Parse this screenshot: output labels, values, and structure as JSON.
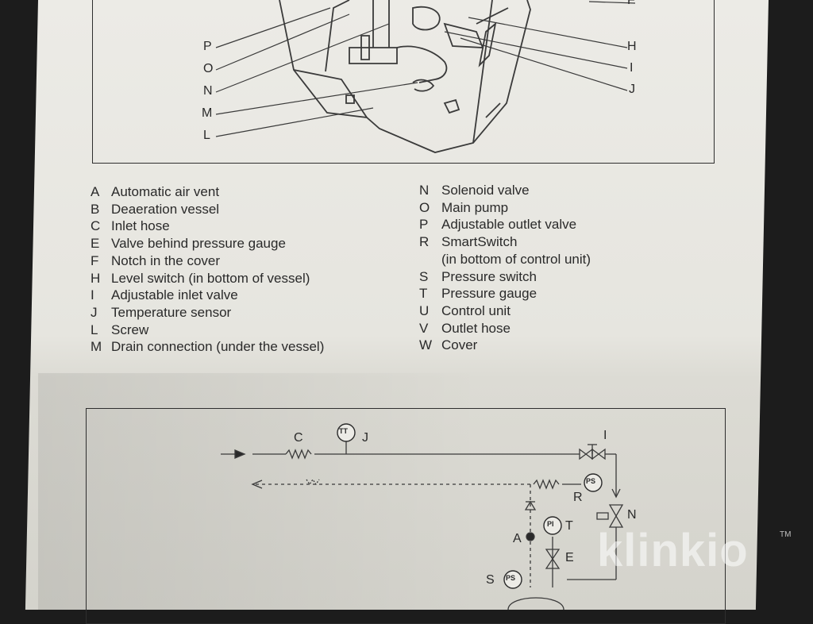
{
  "top_diagram": {
    "left_callouts": [
      "P",
      "O",
      "N",
      "M",
      "L"
    ],
    "right_callouts": [
      "F",
      "H",
      "I",
      "J"
    ]
  },
  "legend": {
    "left": [
      {
        "code": "A",
        "text": "Automatic air vent"
      },
      {
        "code": "B",
        "text": "Deaeration vessel"
      },
      {
        "code": "C",
        "text": "Inlet hose"
      },
      {
        "code": "E",
        "text": "Valve behind pressure gauge"
      },
      {
        "code": "F",
        "text": "Notch in the cover"
      },
      {
        "code": "H",
        "text": "Level switch (in bottom of vessel)"
      },
      {
        "code": "I",
        "text": "Adjustable inlet valve"
      },
      {
        "code": "J",
        "text": "Temperature sensor"
      },
      {
        "code": "L",
        "text": "Screw"
      },
      {
        "code": "M",
        "text": "Drain connection (under the vessel)"
      }
    ],
    "right": [
      {
        "code": "N",
        "text": "Solenoid valve"
      },
      {
        "code": "O",
        "text": "Main pump"
      },
      {
        "code": "P",
        "text": "Adjustable outlet valve"
      },
      {
        "code": "R",
        "text": "SmartSwitch"
      },
      {
        "code": "",
        "text": "(in bottom of control unit)"
      },
      {
        "code": "S",
        "text": "Pressure switch"
      },
      {
        "code": "T",
        "text": "Pressure gauge"
      },
      {
        "code": "U",
        "text": "Control unit"
      },
      {
        "code": "V",
        "text": "Outlet hose"
      },
      {
        "code": "W",
        "text": "Cover"
      }
    ]
  },
  "schematic": {
    "labels": {
      "C": "C",
      "J": "J",
      "I": "I",
      "R": "R",
      "N": "N",
      "T": "T",
      "A": "A",
      "E": "E",
      "S": "S"
    },
    "instruments": {
      "tt": "TT",
      "ps_top": "PS",
      "pi": "PI",
      "ps_bottom": "PS"
    }
  },
  "watermark": {
    "text": "klinkio",
    "tm": "TM"
  }
}
